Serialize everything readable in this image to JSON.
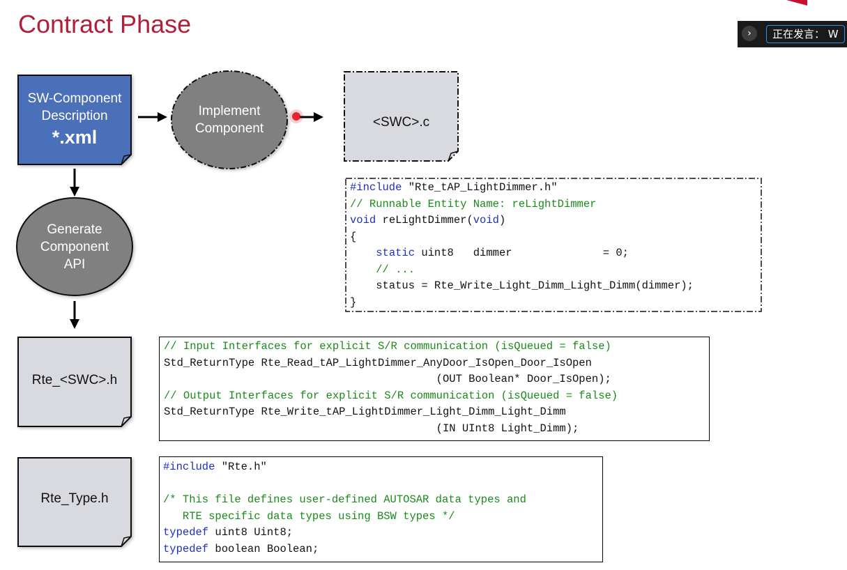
{
  "slide": {
    "title": "Contract Phase"
  },
  "speaker_bar": {
    "expand_icon": "chevron-right-icon",
    "label": "正在发言： W"
  },
  "nodes": {
    "swc_description": {
      "line1": "SW-Component",
      "line2": "Description",
      "line3": "*.xml"
    },
    "implement_component": {
      "line1": "Implement",
      "line2": "Component"
    },
    "swc_c_file": {
      "label": "<SWC>.c"
    },
    "generate_api": {
      "line1": "Generate",
      "line2": "Component",
      "line3": "API"
    },
    "rte_swc_h": {
      "label": "Rte_<SWC>.h"
    },
    "rte_type_h": {
      "label": "Rte_Type.h"
    }
  },
  "code": {
    "swc_c": [
      {
        "kw": "#include",
        "rest": " \"Rte_tAP_LightDimmer.h\""
      },
      {
        "cm": "// Runnable Entity Name: reLightDimmer"
      },
      {
        "kw": "void",
        "rest": " reLightDimmer(",
        "kw2": "void",
        "rest2": ")"
      },
      {
        "rest": "{"
      },
      {
        "pre": "    ",
        "kw": "static",
        "rest": " uint8   dimmer              = 0;"
      },
      {
        "pre": "    ",
        "cm": "// ..."
      },
      {
        "rest": "    status = Rte_Write_Light_Dimm_Light_Dimm(dimmer);"
      },
      {
        "rest": "}"
      }
    ],
    "rte_swc_h": [
      {
        "cm": "// Input Interfaces for explicit S/R communication (isQueued = false)"
      },
      {
        "rest": "Std_ReturnType Rte_Read_tAP_LightDimmer_AnyDoor_IsOpen_Door_IsOpen"
      },
      {
        "rest": "                                          (OUT Boolean* Door_IsOpen);"
      },
      {
        "cm": "// Output Interfaces for explicit S/R communication (isQueued = false)"
      },
      {
        "rest": "Std_ReturnType Rte_Write_tAP_LightDimmer_Light_Dimm_Light_Dimm"
      },
      {
        "rest": "                                          (IN UInt8 Light_Dimm);"
      }
    ],
    "rte_type_h": [
      {
        "kw": "#include",
        "rest": " \"Rte.h\""
      },
      {
        "rest": ""
      },
      {
        "cm": "/* This file defines user-defined AUTOSAR data types and"
      },
      {
        "cm": "   RTE specific data types using BSW types */"
      },
      {
        "kw": "typedef",
        "rest": " uint8 Uint8;"
      },
      {
        "kw": "typedef",
        "rest": " boolean Boolean;"
      }
    ]
  },
  "colors": {
    "title": "#b0203a",
    "blue_doc": "#4a70b8",
    "gray_ellipse": "#808080",
    "light_doc": "#d9dadf",
    "laser_pointer": "#e8141e",
    "keyword": "#1f2fbf",
    "comment": "#1a8a1a"
  }
}
